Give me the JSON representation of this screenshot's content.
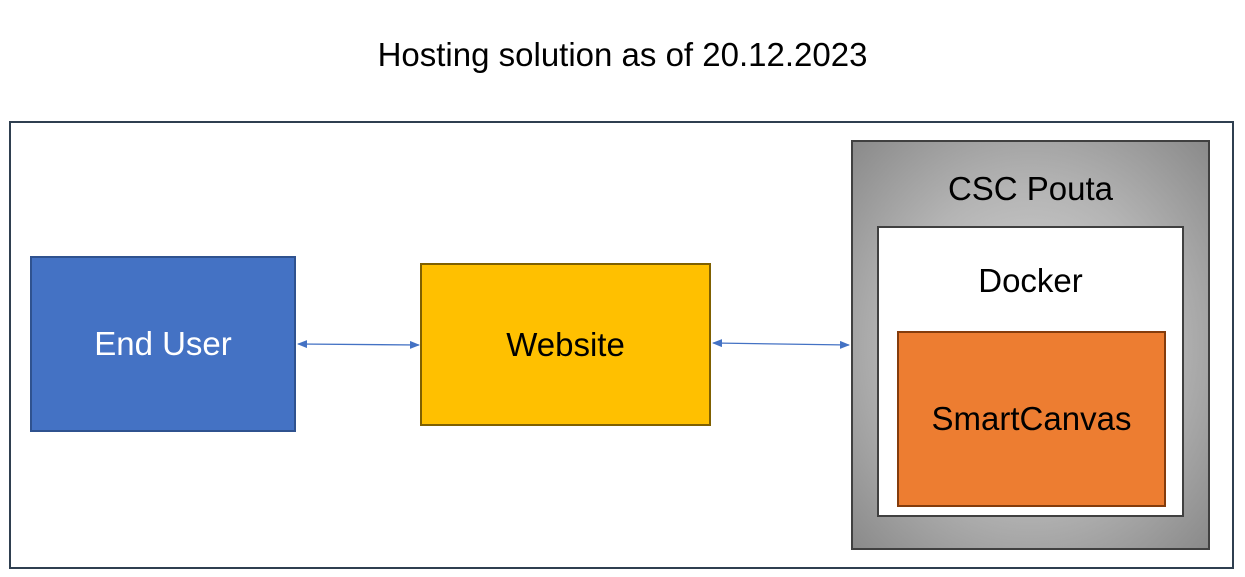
{
  "title": "Hosting solution as of 20.12.2023",
  "nodes": {
    "end_user": "End User",
    "website": "Website",
    "csc_pouta": "CSC Pouta",
    "docker": "Docker",
    "smartcanvas": "SmartCanvas"
  },
  "colors": {
    "end_user": "#4472c4",
    "website": "#ffc000",
    "smartcanvas": "#ed7d31",
    "csc_pouta": "#a6a6a6",
    "arrow": "#4472c4"
  },
  "edges": [
    {
      "from": "end_user",
      "to": "website",
      "direction": "both"
    },
    {
      "from": "website",
      "to": "csc_pouta",
      "direction": "both"
    }
  ]
}
